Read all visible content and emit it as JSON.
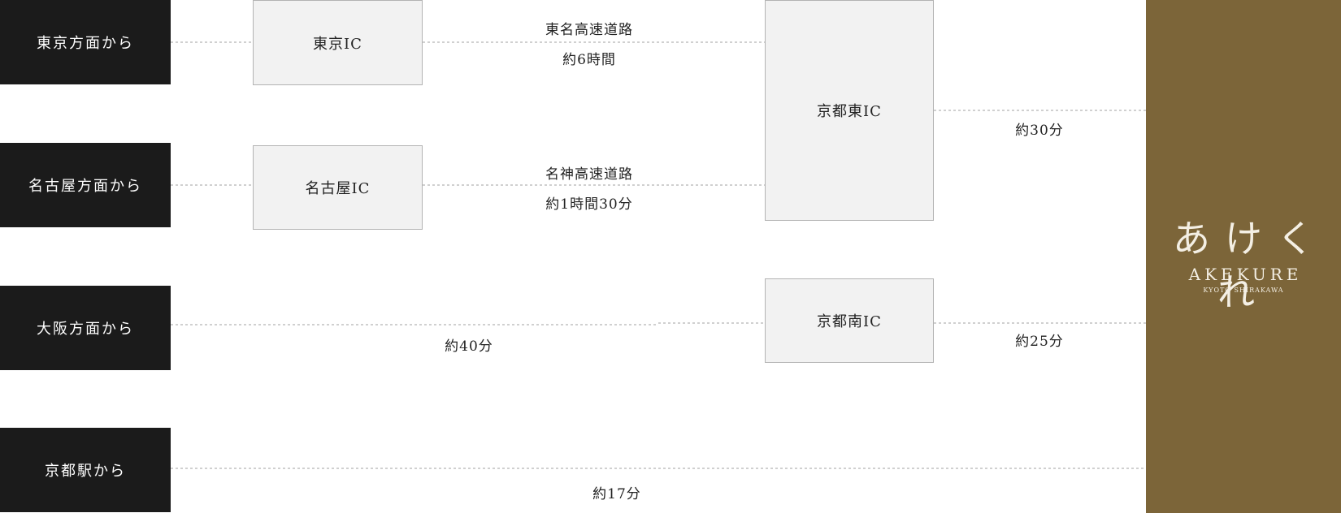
{
  "origins": [
    {
      "label": "東京方面から"
    },
    {
      "label": "名古屋方面から"
    },
    {
      "label": "大阪方面から"
    },
    {
      "label": "京都駅から"
    }
  ],
  "interchanges": {
    "tokyo_ic": "東京IC",
    "nagoya_ic": "名古屋IC",
    "kyoto_higashi_ic": "京都東IC",
    "kyoto_minami_ic": "京都南IC"
  },
  "routes": {
    "tomei_name": "東名高速道路",
    "tomei_time": "約6時間",
    "meishin_name": "名神高速道路",
    "meishin_time": "約1時間30分",
    "higashi_to_dest": "約30分",
    "osaka_to_minami": "約40分",
    "minami_to_dest": "約25分",
    "station_to_dest": "約17分"
  },
  "destination": {
    "logo_kana": "あけくれ",
    "logo_latin": "AKEKURE",
    "logo_sub": "KYOTO SHIRAKAWA"
  },
  "colors": {
    "origin_bg": "#1b1b1b",
    "ic_bg": "#f2f2f2",
    "destination_bg": "#7c6539",
    "line": "#b5b5b5"
  }
}
